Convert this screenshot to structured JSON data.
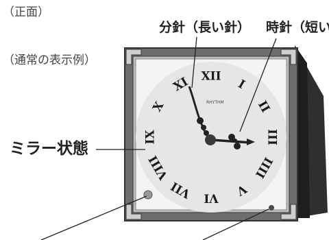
{
  "labels": {
    "front_view": "（正面）",
    "normal_display_example": "（通常の表示例）",
    "minute_hand": "分針（長い針）",
    "hour_hand": "時針（短い",
    "mirror_state": "ミラー状態"
  },
  "dial_text": {
    "brand_line": "RHYTHM"
  },
  "numerals": [
    "XII",
    "I",
    "II",
    "III",
    "IIII",
    "V",
    "VI",
    "VII",
    "VIII",
    "IX",
    "X",
    "XI"
  ],
  "colors": {
    "frame": "#6e6e6e",
    "dial": "#e6e6e6",
    "case_side": "#2f2f2f",
    "hands": "#222222"
  }
}
